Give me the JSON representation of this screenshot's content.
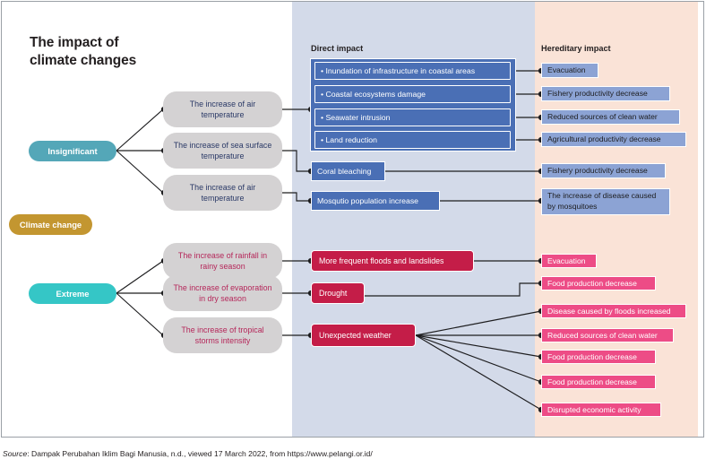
{
  "title": "The impact of\nclimate changes",
  "title_line1": "The impact of",
  "title_line2": "climate changes",
  "columns": {
    "direct": "Direct impact",
    "hereditary": "Hereditary impact"
  },
  "root": {
    "label": "Climate change",
    "color": "#c39630"
  },
  "branches": [
    {
      "label": "Insignificant",
      "color": "#54a7b8"
    },
    {
      "label": "Extreme",
      "color": "#35c6c6"
    }
  ],
  "drivers": [
    {
      "label": "The increase of air temperature",
      "branch": "Insignificant",
      "text_color": "#2b3a67"
    },
    {
      "label": "The increase of sea surface temperature",
      "branch": "Insignificant",
      "text_color": "#2b3a67"
    },
    {
      "label": "The increase of air temperature",
      "branch": "Insignificant",
      "text_color": "#2b3a67"
    },
    {
      "label": "The increase of rainfall in rainy season",
      "branch": "Extreme",
      "text_color": "#b5275a"
    },
    {
      "label": "The increase of evaporation in dry season",
      "branch": "Extreme",
      "text_color": "#b5275a"
    },
    {
      "label": "The increase of tropical storms intensity",
      "branch": "Extreme",
      "text_color": "#b5275a"
    }
  ],
  "direct_impacts": {
    "grouped": [
      "• Inundation of infrastructure in coastal areas",
      "• Coastal ecosystems damage",
      "• Seawater intrusion",
      "• Land reduction"
    ],
    "single_blue": [
      "Coral bleaching",
      "Mosqutio population increase"
    ],
    "crimson": [
      "More frequent floods and landslides",
      "Drought",
      "Unexpected weather"
    ]
  },
  "hereditary_impacts": {
    "periwinkle": [
      "Evacuation",
      "Fishery productivity decrease",
      "Reduced sources of clean water",
      "Agricultural productivity decrease",
      "Fishery productivity decrease",
      "The increase of disease caused by mosquitoes"
    ],
    "pink": [
      "Evacuation",
      "Food production decrease",
      "Disease caused by floods increased",
      "Reduced sources of clean water",
      "Food production decrease",
      "Food production decrease",
      "Disrupted economic activity"
    ]
  },
  "caption": {
    "source_label": "Source",
    "text": ": Dampak Perubahan Iklim Bagi Manusia, n.d., viewed 17 March 2022, from https://www.pelangi.or.id/"
  },
  "colors": {
    "band_direct": "#d3dae9",
    "band_hereditary": "#fae3d7",
    "direct_blue": "#4a6fb5",
    "direct_crimson": "#c41d48",
    "hereditary_periwinkle": "#8ca3d4",
    "hereditary_pink": "#ed4c86",
    "driver_grey": "#d4d2d3",
    "connector": "#1d1d1f"
  }
}
